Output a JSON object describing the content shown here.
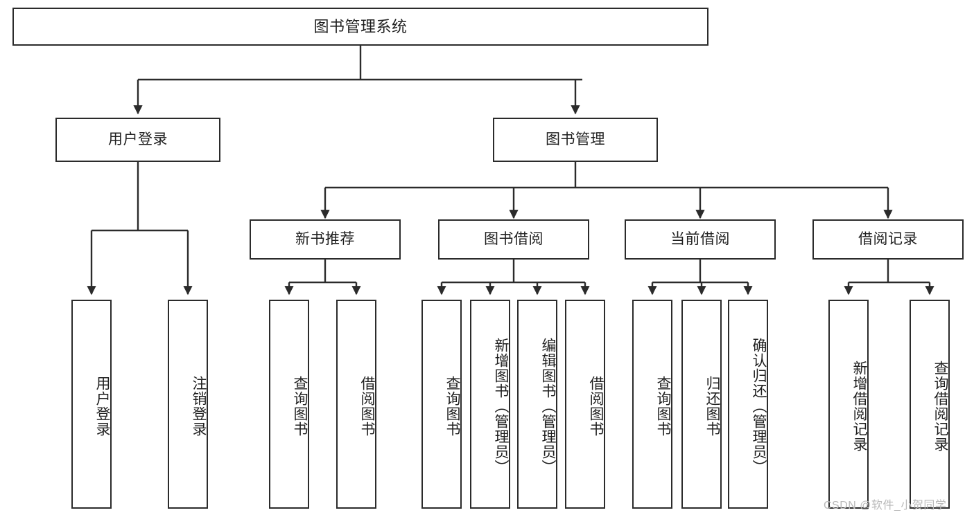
{
  "diagram": {
    "title": "图书管理系统",
    "type": "功能结构图",
    "colors": {
      "stroke": "#2b2b2b",
      "fill": "#ffffff",
      "text": "#1f1f1f",
      "watermark": "#b9b9b9"
    },
    "watermark": "CSDN @软件_小贺同学",
    "levels": {
      "root": {
        "label": "图书管理系统"
      },
      "level2": [
        {
          "label": "用户登录"
        },
        {
          "label": "图书管理"
        }
      ],
      "level3": [
        {
          "label": "新书推荐"
        },
        {
          "label": "图书借阅"
        },
        {
          "label": "当前借阅"
        },
        {
          "label": "借阅记录"
        }
      ],
      "leaves": [
        {
          "label": "用户登录",
          "parent": "用户登录"
        },
        {
          "label": "注销登录",
          "parent": "用户登录"
        },
        {
          "label": "查询图书",
          "parent": "新书推荐"
        },
        {
          "label": "借阅图书",
          "parent": "新书推荐"
        },
        {
          "label": "查询图书",
          "parent": "图书借阅"
        },
        {
          "label": "新增图书（管理员）",
          "parent": "图书借阅"
        },
        {
          "label": "编辑图书（管理员）",
          "parent": "图书借阅"
        },
        {
          "label": "借阅图书",
          "parent": "图书借阅"
        },
        {
          "label": "查询图书",
          "parent": "当前借阅"
        },
        {
          "label": "归还图书",
          "parent": "当前借阅"
        },
        {
          "label": "确认归还（管理员）",
          "parent": "当前借阅"
        },
        {
          "label": "新增借阅记录",
          "parent": "借阅记录"
        },
        {
          "label": "查询借阅记录",
          "parent": "借阅记录"
        }
      ]
    }
  }
}
